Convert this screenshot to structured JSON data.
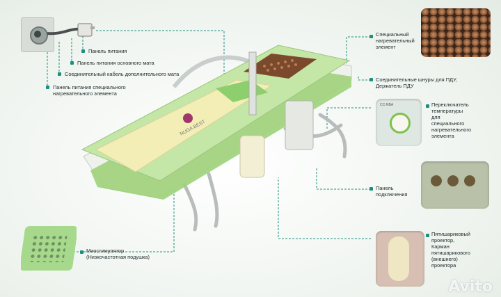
{
  "labels": {
    "power_panel": "Панель питания",
    "main_mat_power": "Панель питания основного мата",
    "extra_mat_cable": "Соединительный кабель дополнительного мата",
    "special_heater_power_l1": "Панель питания специального",
    "special_heater_power_l2": "нагревательного элемента",
    "special_heater_l1": "Специальный",
    "special_heater_l2": "нагревательный",
    "special_heater_l3": "элемент",
    "remote_cords_l1": "Соединительные шнуры для ПДУ,",
    "remote_cords_l2": "Держатель ПДУ",
    "temp_switch_l1": "Переключатель",
    "temp_switch_l2": "температуры",
    "temp_switch_l3": "для",
    "temp_switch_l4": "специального",
    "temp_switch_l5": "нагревательного",
    "temp_switch_l6": "элемента",
    "connect_panel_l1": "Панель",
    "connect_panel_l2": "подключения",
    "projector_l1": "Пятишариковый",
    "projector_l2": "проектор,",
    "projector_l3": "Карман",
    "projector_l4": "пятишарикового",
    "projector_l5": "(внешнего)",
    "projector_l6": "проектора",
    "myostim_l1": "Миостимулятор",
    "myostim_l2": "(Низкочастотная подушка)"
  },
  "bed_branding": "NUGA BEST",
  "temp_panel_text": "CC-NBA",
  "watermark": "Avito",
  "colors": {
    "leader": "#1d8f7e",
    "mat_green": "#9fd27a",
    "mat_cream": "#f2eeb6",
    "jade": "#7b4a2c"
  }
}
